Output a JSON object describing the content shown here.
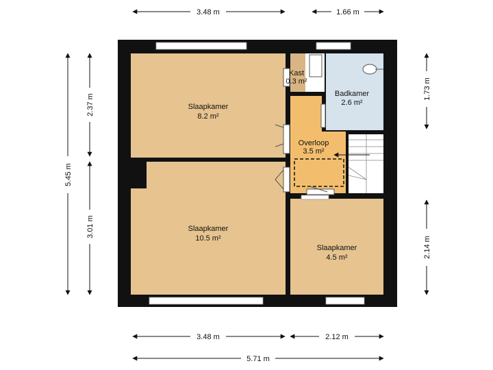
{
  "colors": {
    "wall": "#111111",
    "bedroom": "#E6C38F",
    "hallway": "#F2BE6E",
    "bathroom": "#D6E2EC",
    "closet": "#D9B583",
    "stairs": "#FFFFFF",
    "dimension": "#111111"
  },
  "rooms": {
    "bedroom_top": {
      "name": "Slaapkamer",
      "area": "8.2 m²"
    },
    "bedroom_bottom_left": {
      "name": "Slaapkamer",
      "area": "10.5 m²"
    },
    "bedroom_bottom_right": {
      "name": "Slaapkamer",
      "area": "4.5 m²"
    },
    "hallway": {
      "name": "Overloop",
      "area": "3.5 m²"
    },
    "bathroom": {
      "name": "Badkamer",
      "area": "2.6 m²"
    },
    "closet": {
      "name": "Kast",
      "area": "0.3 m²"
    }
  },
  "dimensions": {
    "top_left": "3.48 m",
    "top_right": "1.66 m",
    "bottom_left": "3.48 m",
    "bottom_right": "2.12 m",
    "bottom_total": "5.71 m",
    "left_total": "5.45 m",
    "left_upper": "2.37 m",
    "left_lower": "3.01 m",
    "right_upper": "1.73 m",
    "right_lower": "2.14 m"
  }
}
